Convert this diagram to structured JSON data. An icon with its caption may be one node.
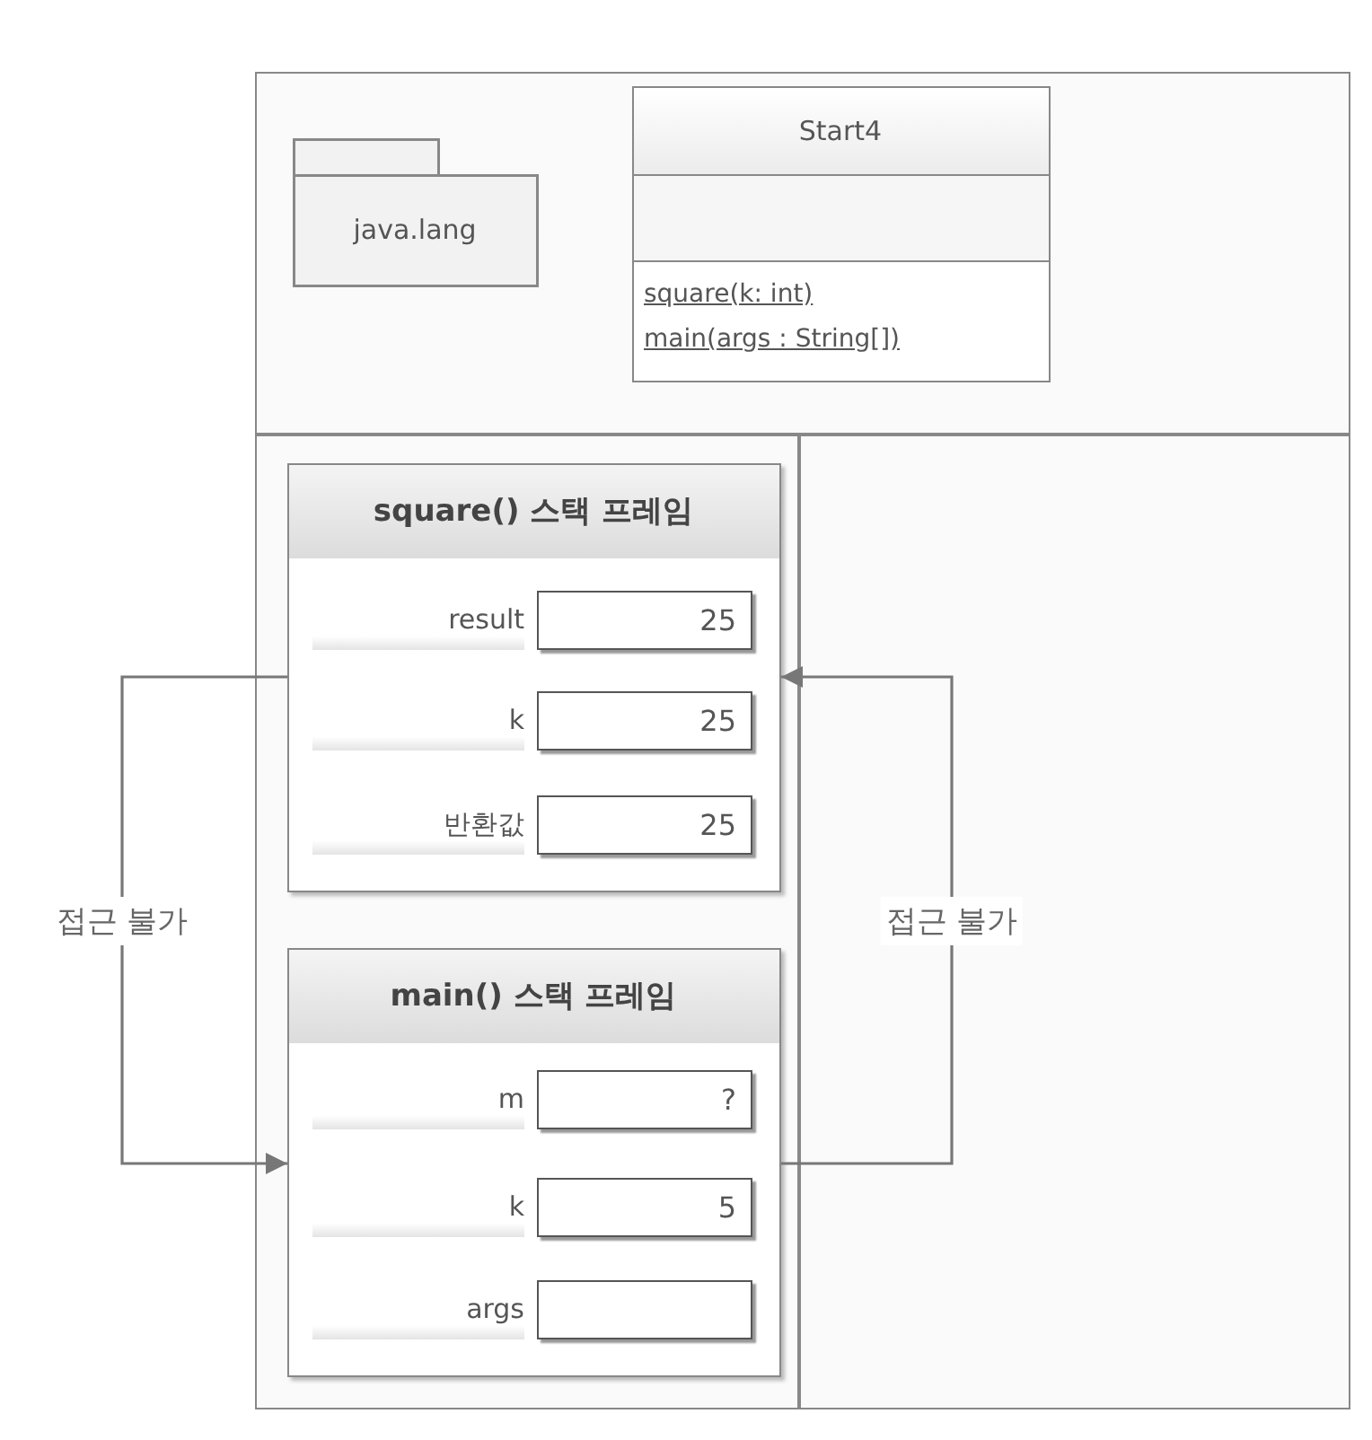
{
  "diagram": {
    "nodes": [
      {
        "text": [],
        "shape": "box"
      },
      {
        "text": [
          "java.lang"
        ],
        "in": 0
      },
      {
        "text": [
          "Start4",
          "square(k: int)",
          "main(args : String[])"
        ],
        "in": 0
      },
      {
        "text": [],
        "shape": "box"
      },
      {
        "text": [
          "square() 스택 프레임"
        ],
        "in": 3
      },
      {
        "text": [
          "25"
        ],
        "beside": [
          "result"
        ],
        "in": 4
      },
      {
        "text": [
          "25"
        ],
        "beside": [
          "k"
        ],
        "in": 4
      },
      {
        "text": [
          "25"
        ],
        "beside": [
          "반환값"
        ],
        "in": 4
      },
      {
        "text": [
          "main() 스택 프레임"
        ],
        "in": 3
      },
      {
        "text": [
          "?"
        ],
        "beside": [
          "m"
        ],
        "in": 8
      },
      {
        "text": [
          "5"
        ],
        "beside": [
          "k"
        ],
        "in": 8
      },
      {
        "text": [],
        "shape": "box",
        "beside": [
          "args"
        ],
        "in": 8
      }
    ],
    "edges": [
      {
        "from": 4,
        "to": 8,
        "arrow": "to",
        "label": "접근 불가"
      },
      {
        "from": 8,
        "to": 4,
        "arrow": "to",
        "label": "접근 불가"
      }
    ]
  }
}
